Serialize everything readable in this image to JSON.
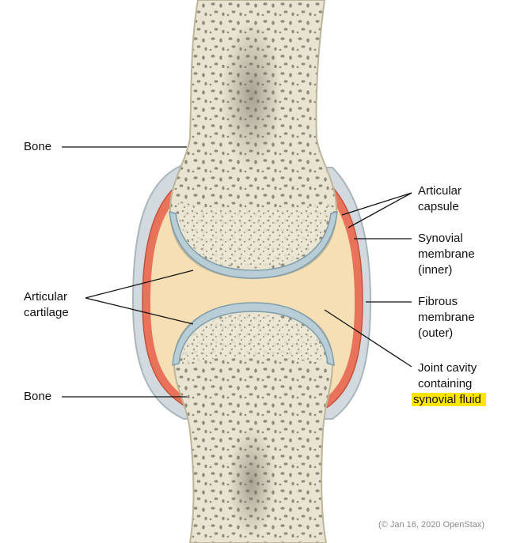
{
  "labels": {
    "bone_top": "Bone",
    "articular_cartilage_1": "Articular",
    "articular_cartilage_2": "cartilage",
    "bone_bottom": "Bone",
    "articular_capsule_1": "Articular",
    "articular_capsule_2": "capsule",
    "synovial_membrane_1": "Synovial",
    "synovial_membrane_2": "membrane",
    "synovial_membrane_3": "(inner)",
    "fibrous_membrane_1": "Fibrous",
    "fibrous_membrane_2": "membrane",
    "fibrous_membrane_3": "(outer)",
    "joint_cavity_1": "Joint cavity",
    "joint_cavity_2": "containing",
    "joint_cavity_3": "synovial fluid"
  },
  "credit": "(© Jan 16, 2020 OpenStax)",
  "colors": {
    "bone": "#e6e1cc",
    "cartilage": "#b9cdd6",
    "synovial_fluid": "#f6dfb4",
    "synovial_membrane": "#e8735a",
    "fibrous_capsule": "#c9d3d8",
    "highlight": "#ffe500"
  }
}
